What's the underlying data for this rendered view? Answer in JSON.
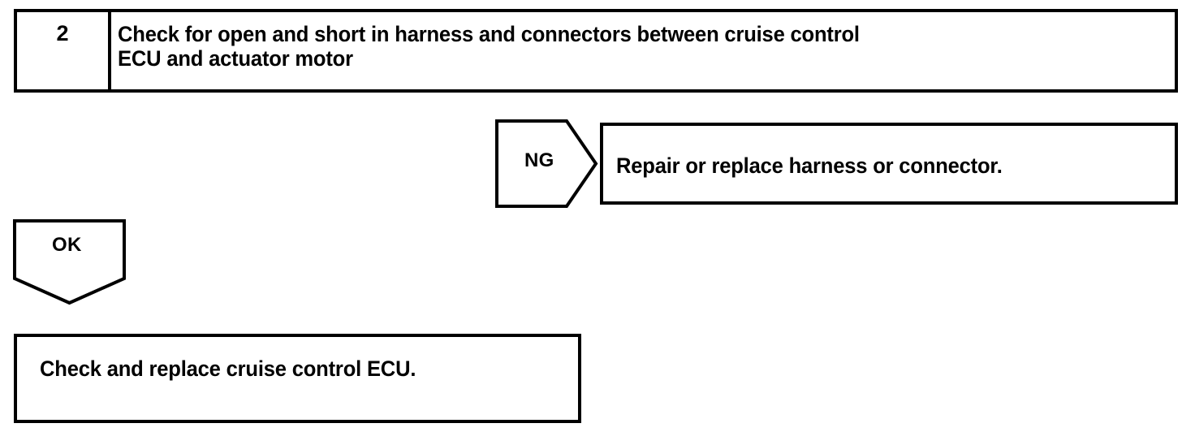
{
  "document": {
    "type": "automotive-troubleshooting-flowchart",
    "title": "Cruise Control ECU / Actuator Motor Harness Check"
  },
  "colors": {
    "line": "#000000",
    "background": "#ffffff",
    "text": "#000000"
  },
  "step": {
    "number": "2",
    "instruction": "Check for open and short in harness and connectors between cruise control ECU and actuator motor",
    "instruction_line_1": "Check for open and short in harness and connectors between cruise control",
    "instruction_line_2": "ECU and actuator motor"
  },
  "branches": {
    "ng": {
      "label": "NG",
      "shape": "pentagon-arrow-right",
      "result": "Repair or replace harness or connector."
    },
    "ok": {
      "label": "OK",
      "shape": "pentagon-arrow-down",
      "result": "Check and replace cruise control ECU."
    }
  },
  "chart_data": {
    "type": "flowchart",
    "nodes": [
      {
        "id": "step-2",
        "kind": "process-box",
        "number": "2",
        "text": "Check for open and short in harness and connectors between cruise control ECU and actuator motor"
      },
      {
        "id": "ng-arrow",
        "kind": "arrow-right",
        "text": "NG"
      },
      {
        "id": "ng-result",
        "kind": "terminal-box",
        "text": "Repair or replace harness or connector."
      },
      {
        "id": "ok-arrow",
        "kind": "arrow-down",
        "text": "OK"
      },
      {
        "id": "ok-result",
        "kind": "terminal-box",
        "text": "Check and replace cruise control ECU."
      }
    ],
    "edges": [
      {
        "from": "step-2",
        "to": "ng-result",
        "label": "NG"
      },
      {
        "from": "step-2",
        "to": "ok-result",
        "label": "OK"
      }
    ]
  }
}
